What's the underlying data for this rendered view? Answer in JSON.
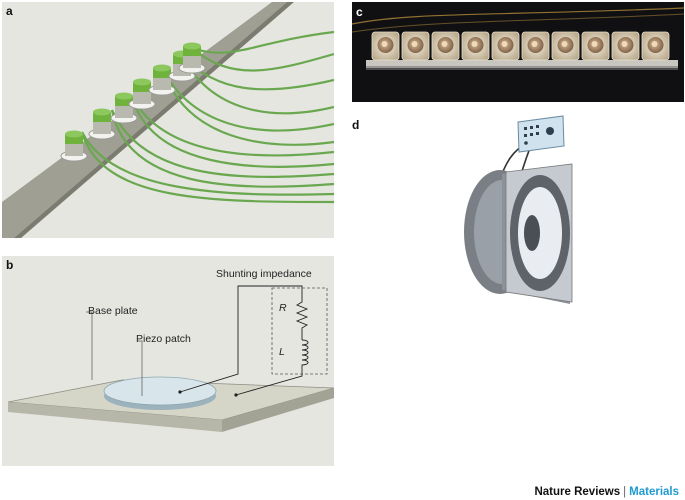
{
  "panels": {
    "a": {
      "label": "a"
    },
    "b": {
      "label": "b",
      "shunting_impedance": "Shunting impedance",
      "base_plate": "Base plate",
      "piezo_patch": "Piezo patch",
      "r": "R",
      "l": "L"
    },
    "c": {
      "label": "c",
      "cell_count": 10
    },
    "d": {
      "label": "d"
    }
  },
  "footer": {
    "journal": "Nature Reviews",
    "separator": "|",
    "section": "Materials"
  },
  "colors": {
    "panel_bg": "#e6e6e1",
    "wire_green": "#6aa84f",
    "cap_green": "#6fb23c",
    "beam": "#9a9a8e",
    "accent_blue": "#1f9bd1"
  }
}
